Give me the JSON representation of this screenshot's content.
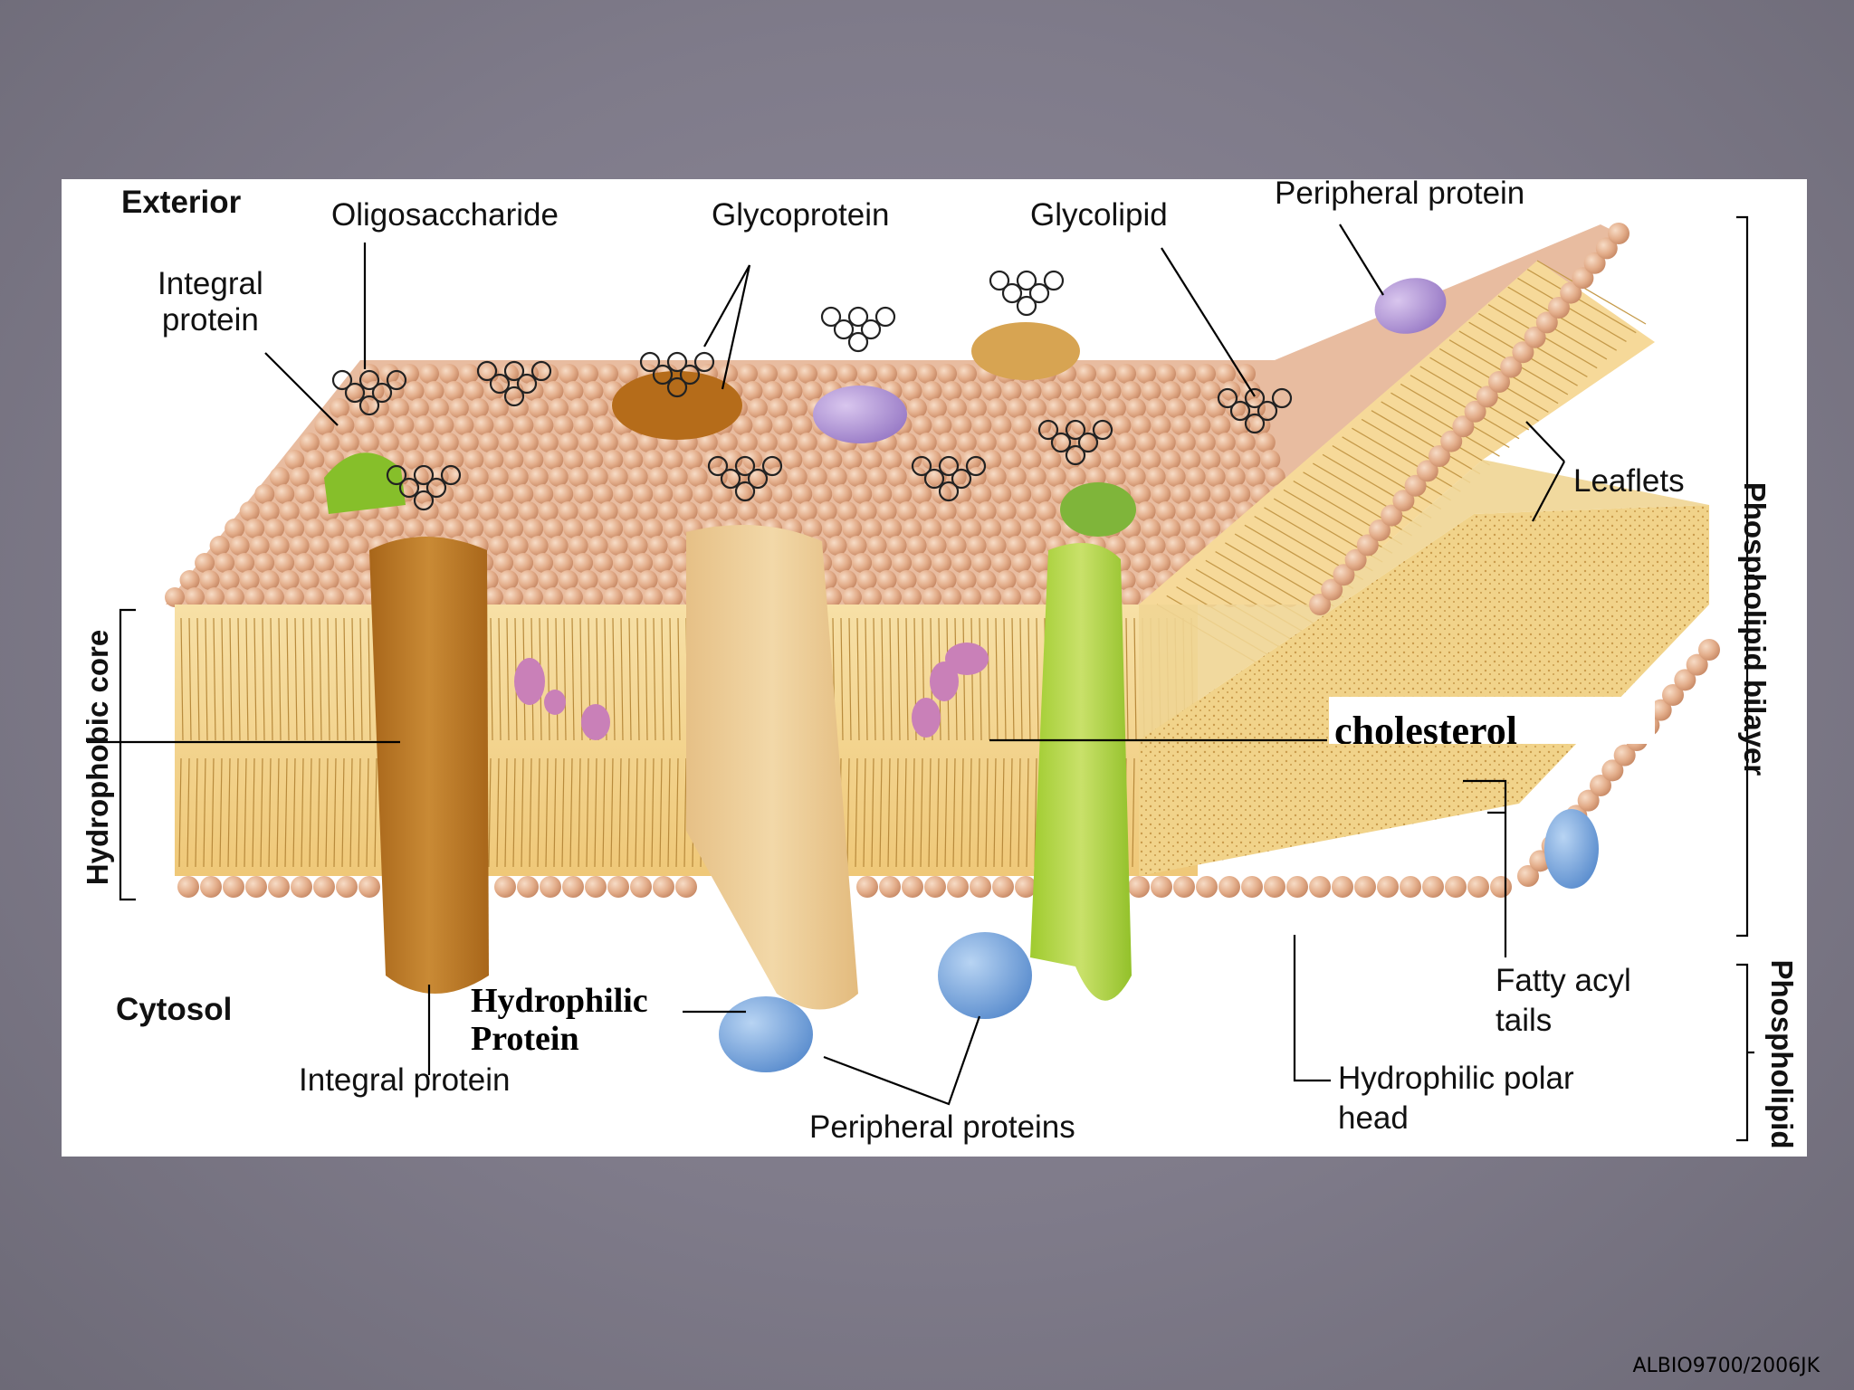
{
  "diagram": {
    "labels": {
      "exterior": "Exterior",
      "oligosaccharide": "Oligosaccharide",
      "glycoprotein": "Glycoprotein",
      "glycolipid": "Glycolipid",
      "peripheral_protein_top": "Peripheral protein",
      "integral_protein_top_line1": "Integral",
      "integral_protein_top_line2": "protein",
      "leaflets": "Leaflets",
      "cholesterol": "cholesterol",
      "hydrophobic_core": "Hydrophobic core",
      "phospholipid_bilayer": "Phospholipid  bilayer",
      "phospholipid": "Phospholipid",
      "cytosol": "Cytosol",
      "hydrophilic_protein_line1": "Hydrophilic",
      "hydrophilic_protein_line2": "Protein",
      "integral_protein_bottom": "Integral protein",
      "peripheral_proteins": "Peripheral proteins",
      "fatty_acyl_tails_line1": "Fatty acyl",
      "fatty_acyl_tails_line2": "tails",
      "hydrophilic_polar_head_line1": "Hydrophilic polar",
      "hydrophilic_polar_head_line2": "head"
    },
    "colors": {
      "background": "#857f8f",
      "head_group": "#e6b493",
      "tail": "#f3d48f",
      "green_protein": "#a9cf3a",
      "tan_protein": "#eecf95",
      "brown_protein": "#b9781f",
      "blue_protein": "#82aedf",
      "purple_protein": "#b79ad8",
      "cholesterol": "#c882b9"
    }
  },
  "footer": {
    "credit": "ALBIO9700/2006JK"
  }
}
